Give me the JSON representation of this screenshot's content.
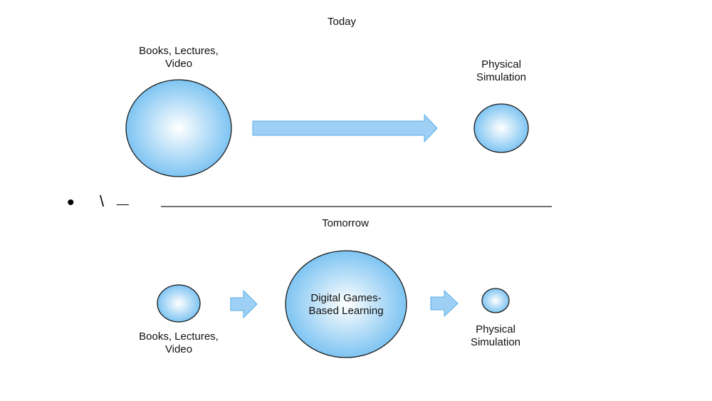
{
  "colors": {
    "bubble_center": "#ffffff",
    "bubble_edge": "#7ec4f2",
    "stroke": "#1a1a1a",
    "arrow_fill": "#9dd0f4",
    "arrow_stroke": "#5aaee6"
  },
  "today": {
    "heading": "Today",
    "source_label": "Books, Lectures,\nVideo",
    "target_label": "Physical\nSimulation"
  },
  "divider": {
    "bullet": "•",
    "backslash": "\\",
    "underscore": "__"
  },
  "tomorrow": {
    "heading": "Tomorrow",
    "source_label": "Books, Lectures,\nVideo",
    "middle_label": "Digital Games-\nBased Learning",
    "target_label": "Physical\nSimulation"
  }
}
